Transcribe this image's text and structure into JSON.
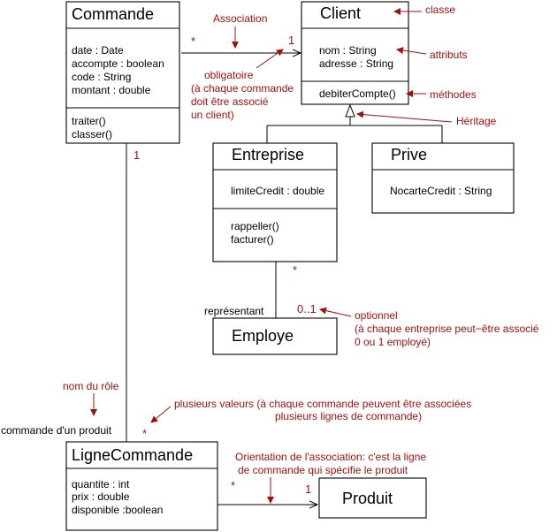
{
  "classes": {
    "commande": {
      "name": "Commande",
      "attributes": [
        "date : Date",
        "accompte : boolean",
        "code : String",
        "montant : double"
      ],
      "methods": [
        "traiter()",
        "classer()"
      ]
    },
    "client": {
      "name": "Client",
      "attributes": [
        "nom : String",
        "adresse : String"
      ],
      "methods": [
        "debiterCompte()"
      ]
    },
    "entreprise": {
      "name": "Entreprise",
      "attributes": [
        "limiteCredit : double"
      ],
      "methods": [
        "rappeller()",
        "facturer()"
      ]
    },
    "prive": {
      "name": "Prive",
      "attributes": [
        "NocarteCredit : String"
      ],
      "methods": []
    },
    "employe": {
      "name": "Employe",
      "attributes": [],
      "methods": []
    },
    "lignecommande": {
      "name": "LigneCommande",
      "attributes": [
        "quantite : int",
        "prix : double",
        "disponible :boolean"
      ],
      "methods": []
    },
    "produit": {
      "name": "Produit",
      "attributes": [],
      "methods": []
    }
  },
  "multiplicities": {
    "commande_client_star": "*",
    "commande_client_one": "1",
    "commande_ligne_one": "1",
    "ligne_commande_star": "*",
    "entreprise_employe_star": "*",
    "entreprise_employe_opt": "0..1",
    "ligne_produit_star": "*",
    "ligne_produit_one": "1"
  },
  "role_names": {
    "representant": "représentant",
    "commande_produit": "commande d'un produit"
  },
  "annotations": {
    "association": "Association",
    "classe": "classe",
    "attributs": "attributs",
    "methodes": "méthodes",
    "heritage": "Héritage",
    "obligatoire": [
      "obligatoire",
      "(à chaque commande",
      "doit  être associé",
      "un client)"
    ],
    "optionnel": [
      "optionnel",
      "(à chaque entreprise peut−être associé",
      "0 ou 1 employé)"
    ],
    "nom_du_role": "nom du rôle",
    "plusieurs_valeurs": [
      "plusieurs valeurs (à chaque commande peuvent  être associées",
      "plusieurs lignes de commande)"
    ],
    "orientation": [
      "Orientation de l'association: c'est la ligne",
      "de commande qui spécifie le produit"
    ]
  }
}
